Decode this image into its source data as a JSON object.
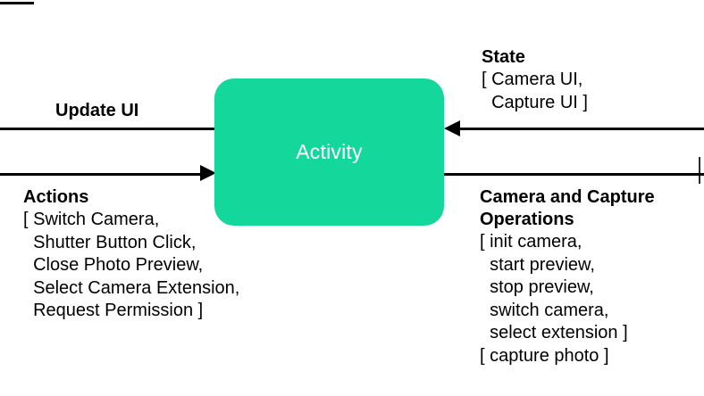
{
  "diagram": {
    "node": {
      "label": "Activity",
      "fill_color": "#14d79c",
      "text_color": "#ffffff"
    },
    "edges": {
      "update_ui": {
        "title": "Update UI",
        "direction": "out-left"
      },
      "actions": {
        "title": "Actions",
        "items": "[ Switch Camera,\n  Shutter Button Click,\n  Close Photo Preview,\n  Select Camera Extension,\n  Request Permission ]",
        "direction": "in-from-left"
      },
      "state": {
        "title": "State",
        "items": "[ Camera UI,\n  Capture UI ]",
        "direction": "in-from-right"
      },
      "camera_and_capture_operations": {
        "title": "Camera and Capture\nOperations",
        "items": "[ init camera,\n  start preview,\n  stop preview,\n  switch camera,\n  select extension ]\n[ capture photo ]",
        "direction": "out-right"
      }
    }
  }
}
